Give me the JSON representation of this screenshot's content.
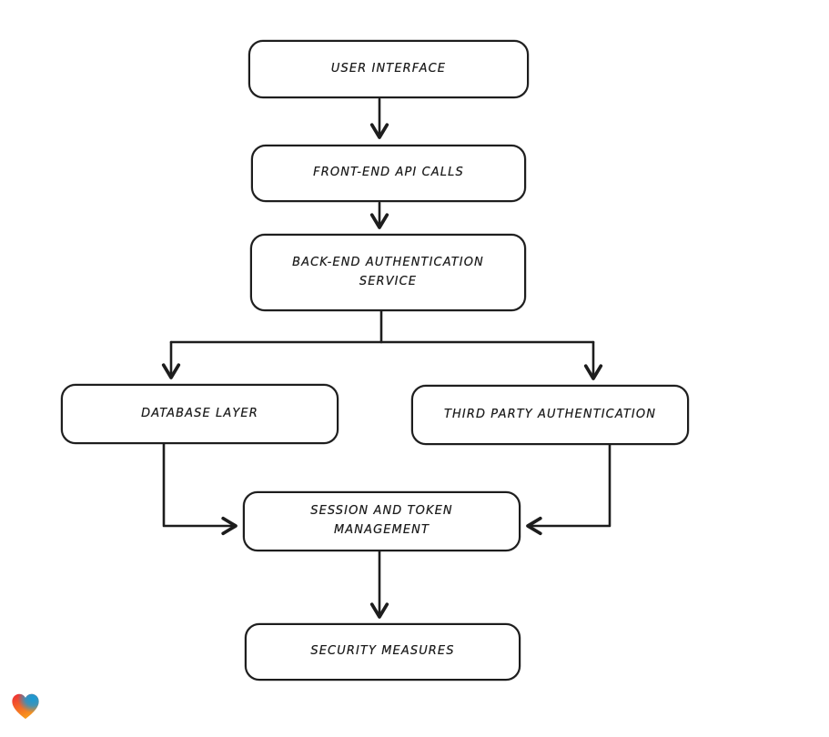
{
  "diagram": {
    "title": "Authentication architecture flowchart",
    "colors": {
      "stroke": "#1d1d1d",
      "node_fill": "#ffffff",
      "background": "#ffffff"
    },
    "nodes": [
      {
        "id": "user-interface",
        "label": "USER INTERFACE"
      },
      {
        "id": "frontend-api-calls",
        "label": "FRONT-END API CALLS"
      },
      {
        "id": "backend-auth-service",
        "label": "BACK-END AUTHENTICATION SERVICE"
      },
      {
        "id": "database-layer",
        "label": "DATABASE LAYER"
      },
      {
        "id": "third-party-authentication",
        "label": "THIRD PARTY AUTHENTICATION"
      },
      {
        "id": "session-token-management",
        "label": "SESSION AND TOKEN MANAGEMENT"
      },
      {
        "id": "security-measures",
        "label": "SECURITY MEASURES"
      }
    ],
    "edges": [
      {
        "from": "user-interface",
        "to": "frontend-api-calls"
      },
      {
        "from": "frontend-api-calls",
        "to": "backend-auth-service"
      },
      {
        "from": "backend-auth-service",
        "to": "database-layer"
      },
      {
        "from": "backend-auth-service",
        "to": "third-party-authentication"
      },
      {
        "from": "database-layer",
        "to": "session-token-management"
      },
      {
        "from": "third-party-authentication",
        "to": "session-token-management"
      },
      {
        "from": "session-token-management",
        "to": "security-measures"
      }
    ],
    "logo": {
      "name": "gradient-heart",
      "colors": [
        "#EE2A36",
        "#F89B1B",
        "#169BD7"
      ]
    }
  }
}
